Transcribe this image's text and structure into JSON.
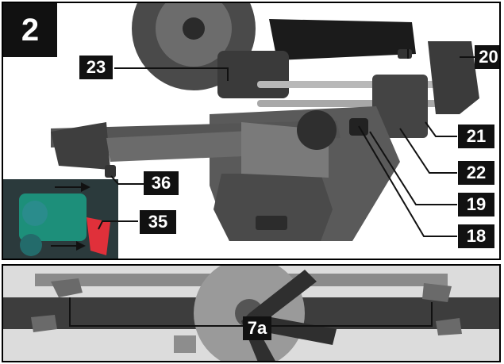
{
  "figure": {
    "number": "2"
  },
  "callouts": {
    "c20": "20",
    "c23": "23",
    "c21": "21",
    "c22": "22",
    "c19": "19",
    "c18": "18",
    "c36": "36",
    "c35": "35",
    "c7a": "7a"
  },
  "colors": {
    "label_bg": "#111111",
    "label_text": "#ffffff",
    "accent_red": "#e0303a",
    "accent_green": "#1d8f7a"
  }
}
